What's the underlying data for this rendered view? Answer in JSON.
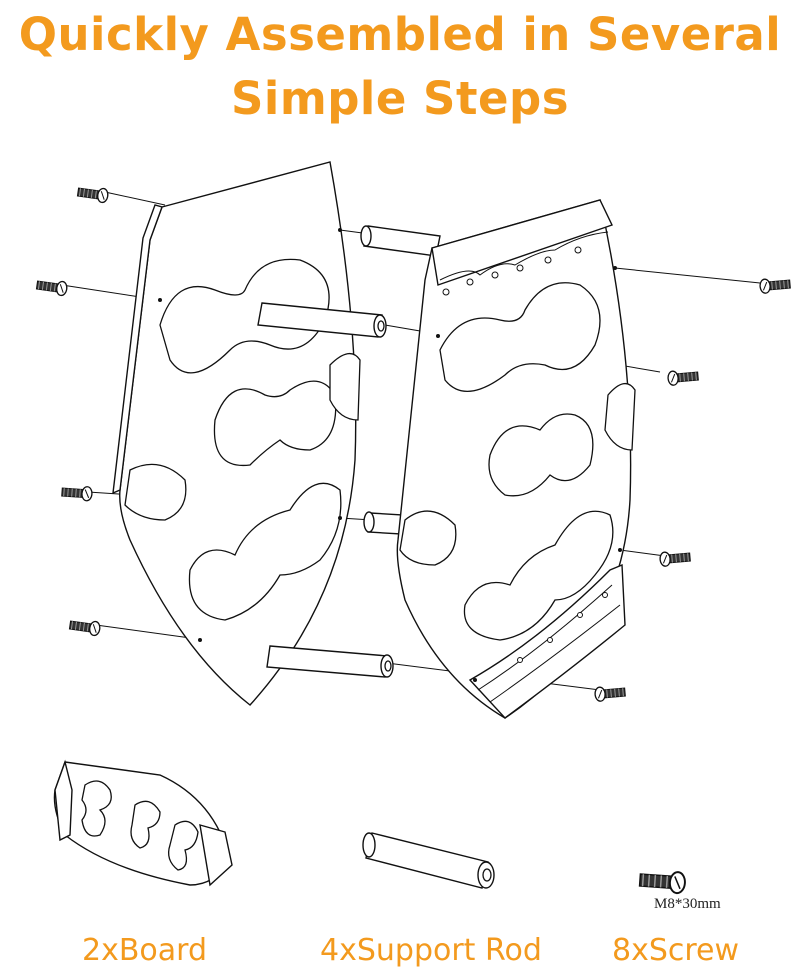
{
  "title": {
    "line1": "Quickly Assembled in Several",
    "line2": "Simple Steps"
  },
  "parts": [
    {
      "label": "2xBoard"
    },
    {
      "label": "4xSupport Rod"
    },
    {
      "label": "8xScrew",
      "spec": "M8*30mm"
    }
  ],
  "colors": {
    "accent": "#F39A1E",
    "line": "#111111"
  }
}
